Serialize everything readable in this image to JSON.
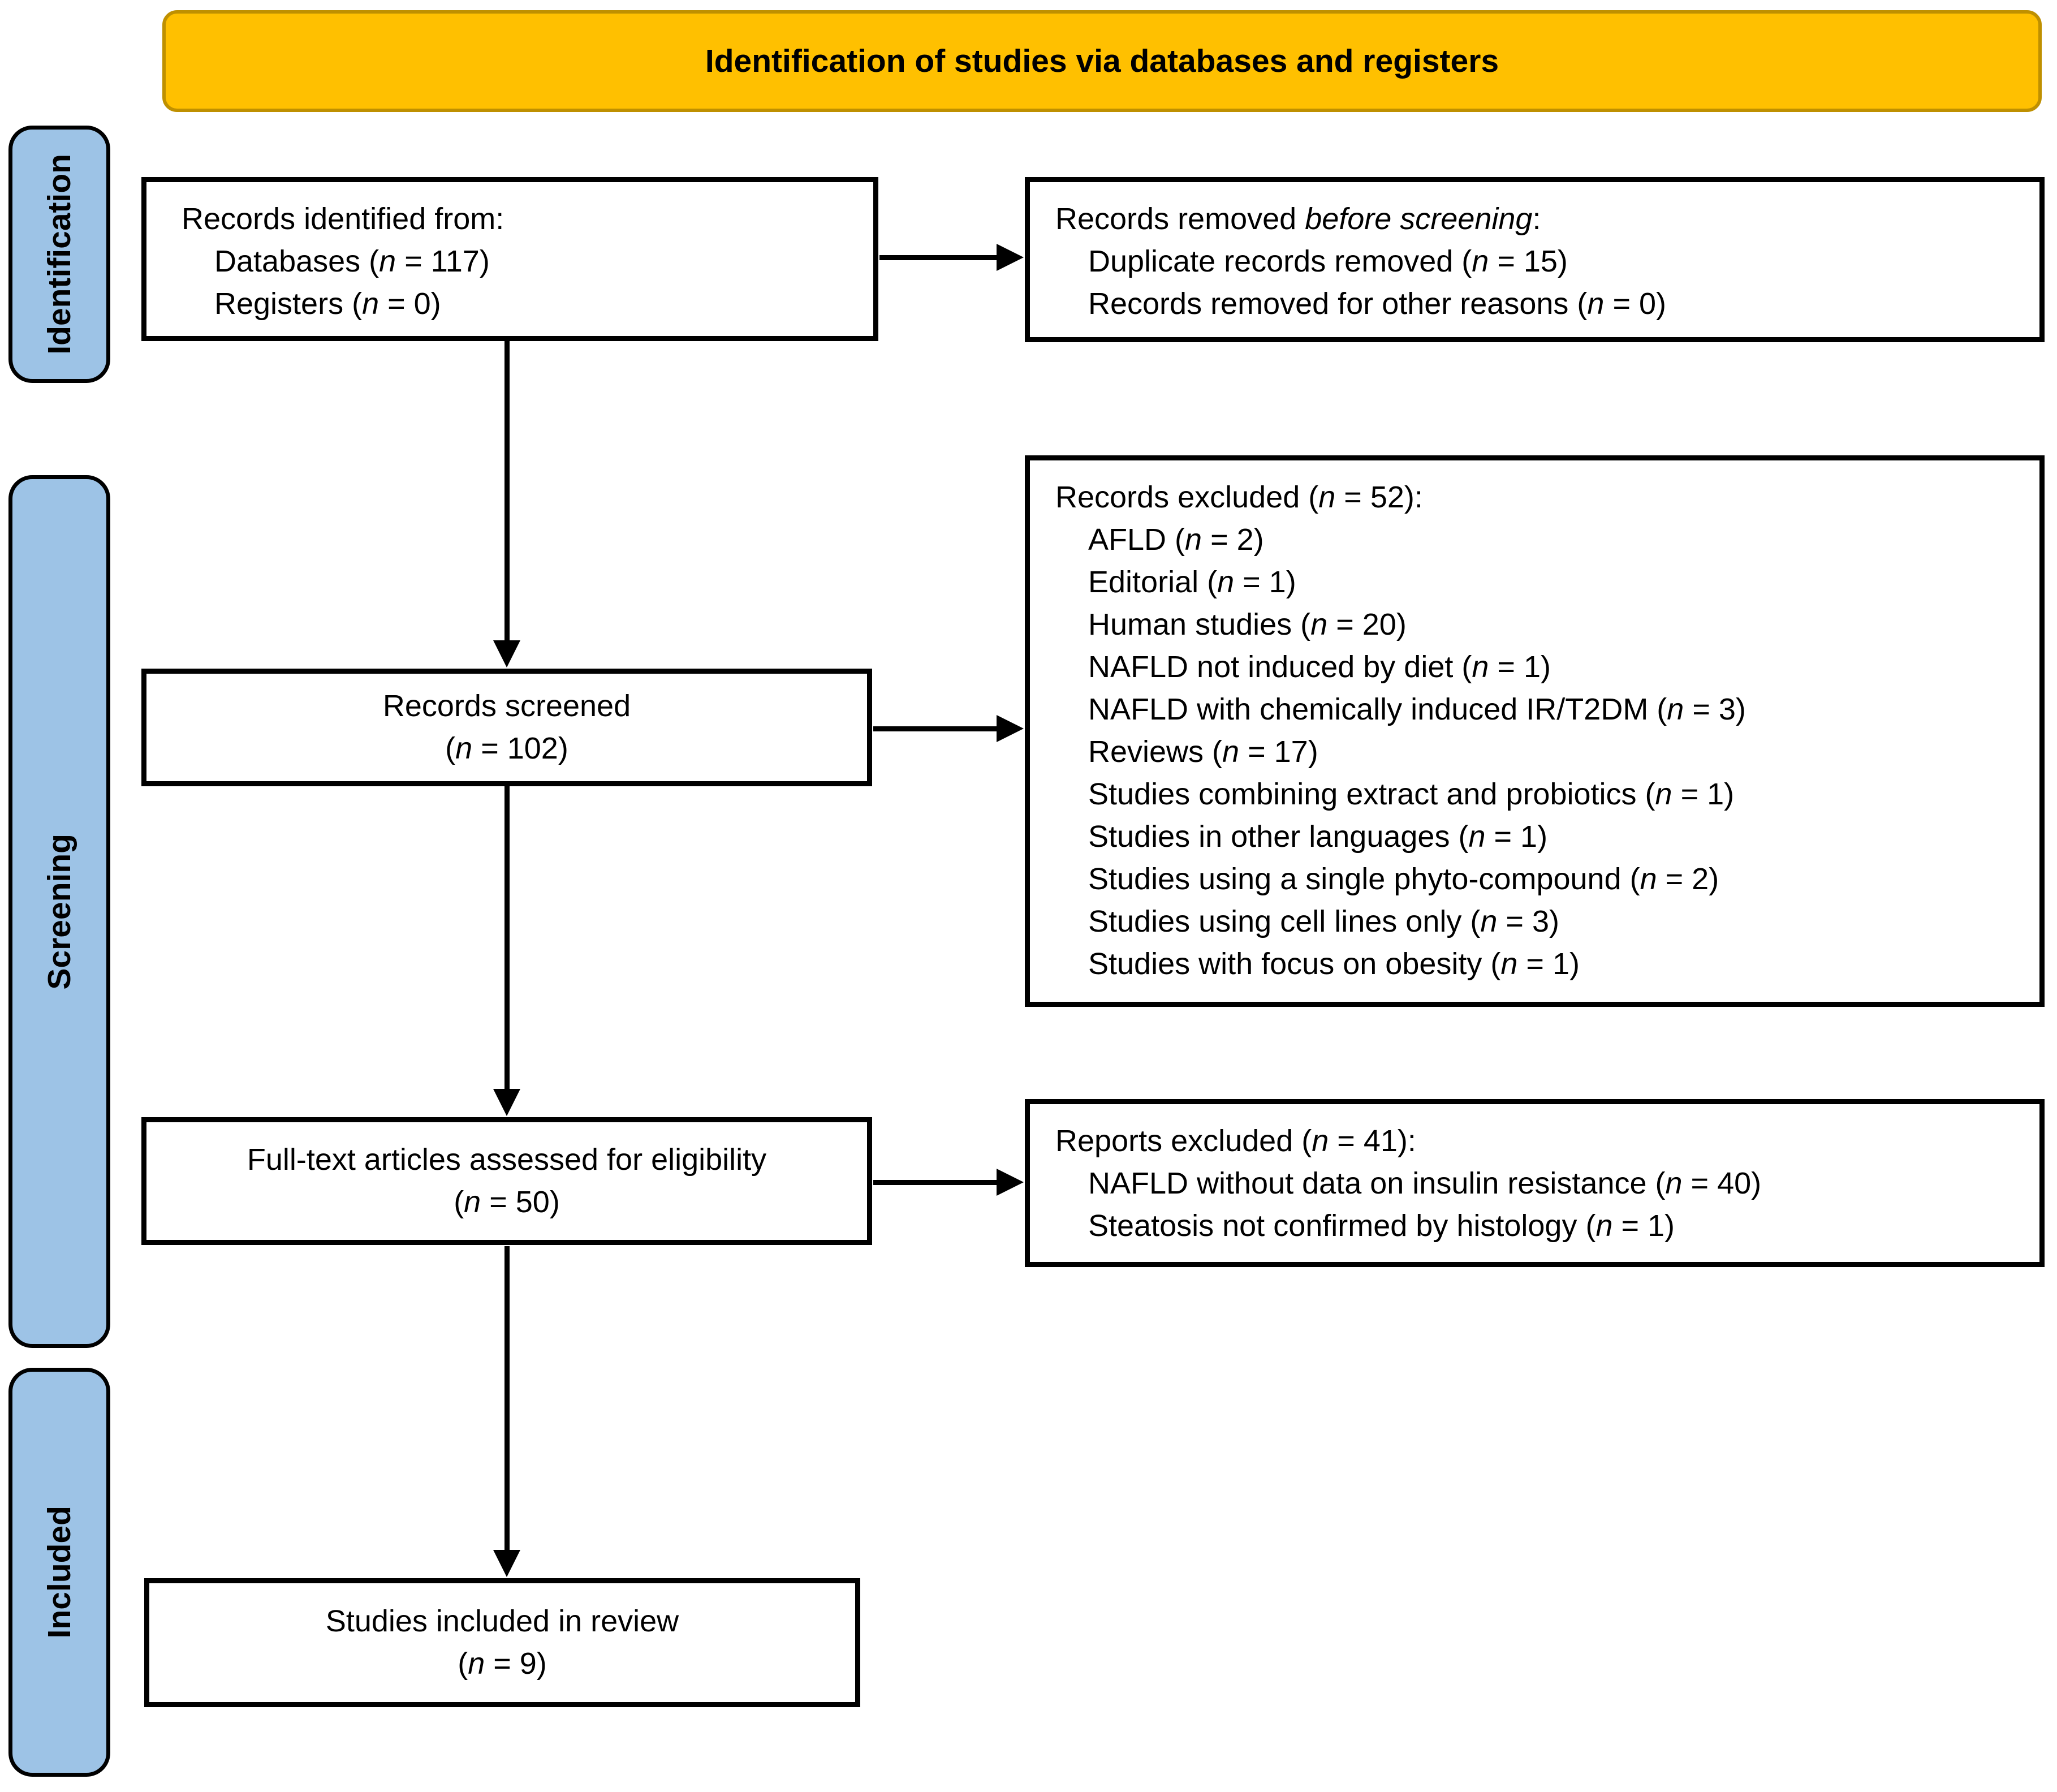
{
  "banner": {
    "title": "Identification of studies via databases and registers"
  },
  "sidebar": {
    "stages": [
      {
        "label": "Identification"
      },
      {
        "label": "Screening"
      },
      {
        "label": "Included"
      }
    ]
  },
  "boxes": {
    "identified": {
      "lines": [
        "Records identified from:",
        "Databases (*n* = 117)",
        "Registers (*n* = 0)"
      ]
    },
    "removed": {
      "lines": [
        "Records removed *before screening*:",
        "Duplicate records removed (*n* = 15)",
        "Records removed for other reasons (*n* = 0)"
      ]
    },
    "excluded": {
      "header": "Records excluded (*n* = 52):",
      "items": [
        "AFLD (*n* = 2)",
        "Editorial (*n* = 1)",
        "Human studies (*n* = 20)",
        "NAFLD not induced by diet (*n* = 1)",
        "NAFLD with chemically induced IR/T2DM (*n* = 3)",
        "Reviews (*n* = 17)",
        "Studies combining extract and probiotics (*n* = 1)",
        "Studies in other languages (*n* = 1)",
        "Studies using a single phyto-compound (*n* = 2)",
        "Studies using cell lines only (*n* = 3)",
        "Studies with focus on obesity (*n* = 1)"
      ]
    },
    "screened": {
      "lines": [
        "Records screened",
        "(*n* = 102)"
      ]
    },
    "fulltext": {
      "lines": [
        "Full-text articles assessed for eligibility",
        "(*n* = 50)"
      ]
    },
    "reports": {
      "header": "Reports excluded (*n* = 41):",
      "items": [
        "NAFLD without data on insulin resistance (*n* = 40)",
        "Steatosis not confirmed by histology (*n* = 1)"
      ]
    },
    "included": {
      "lines": [
        "Studies included in review",
        "(*n* = 9)"
      ]
    }
  },
  "colors": {
    "banner_fill": "#FFC000",
    "banner_border": "#BF9000",
    "stage_fill": "#9DC3E6",
    "box_border": "#000000",
    "text": "#000000"
  }
}
